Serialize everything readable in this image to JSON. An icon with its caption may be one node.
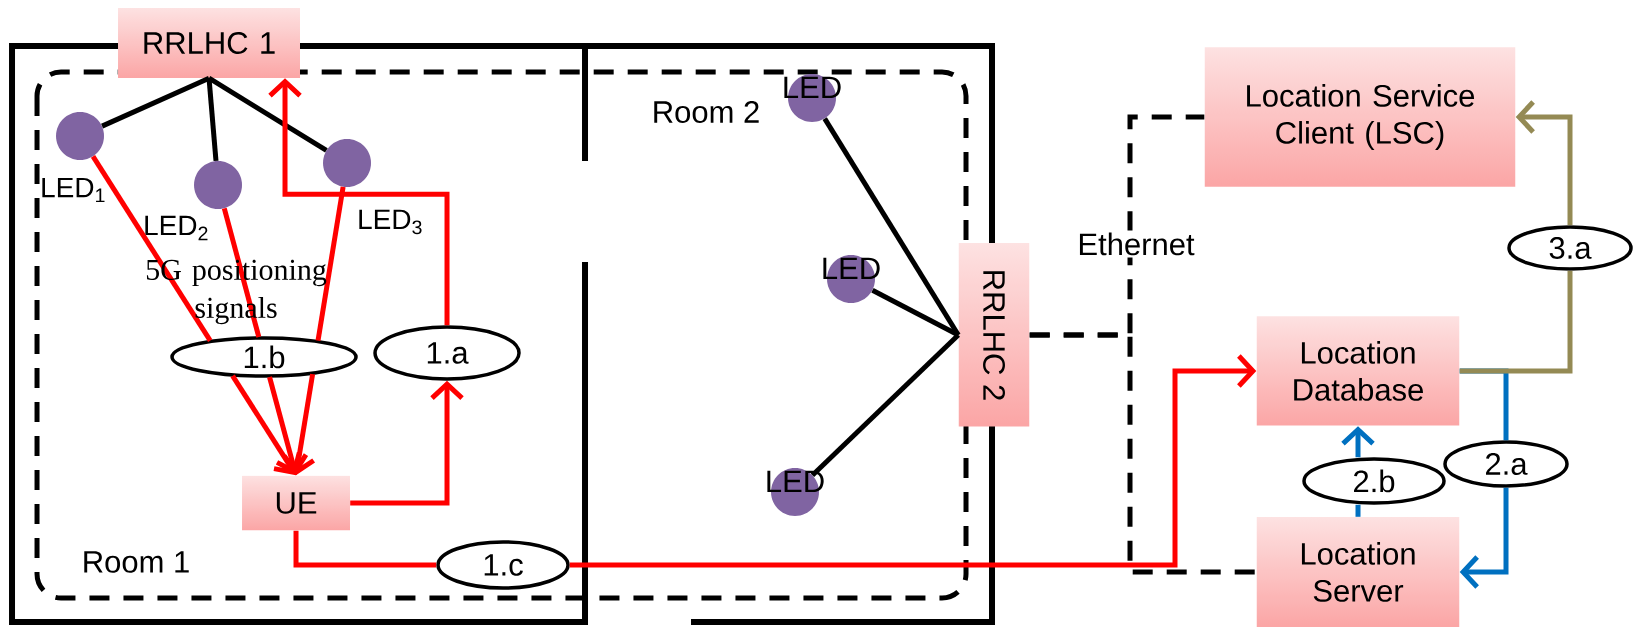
{
  "diagram": {
    "nodes": [
      {
        "text": [
          "RRLHC 1"
        ]
      },
      {
        "text": [],
        "shape": "circle",
        "beside": [
          "LED$_{1}$"
        ]
      },
      {
        "text": [],
        "shape": "circle",
        "beside": [
          "LED$_{2}$"
        ]
      },
      {
        "text": [],
        "shape": "circle",
        "beside": [
          "LED$_{3}$"
        ]
      },
      {
        "text": [
          "UE"
        ]
      },
      {
        "text": [
          "1.b"
        ]
      },
      {
        "text": [
          "1.a"
        ]
      },
      {
        "text": [
          "1.c"
        ]
      },
      {
        "text": [
          "LED"
        ]
      },
      {
        "text": [
          "LED"
        ]
      },
      {
        "text": [
          "LED"
        ]
      },
      {
        "text": [
          "RRLHC 2"
        ]
      },
      {
        "text": [
          "Location Service Client (LSC)"
        ]
      },
      {
        "text": [
          "Location Database"
        ]
      },
      {
        "text": [
          "Location Server"
        ]
      },
      {
        "text": [
          "2.b"
        ]
      },
      {
        "text": [
          "2.a"
        ]
      },
      {
        "text": [
          "3.a"
        ]
      }
    ],
    "edges": [
      {
        "from": 0,
        "to": 1,
        "arrow": "none",
        "color": "#000000"
      },
      {
        "from": 0,
        "to": 2,
        "arrow": "none",
        "color": "#000000"
      },
      {
        "from": 0,
        "to": 3,
        "arrow": "none",
        "color": "#000000"
      },
      {
        "from": 1,
        "to": 5,
        "arrow": "none"
      },
      {
        "from": 2,
        "to": 5,
        "arrow": "none"
      },
      {
        "from": 3,
        "to": 5,
        "arrow": "none"
      },
      {
        "from": 5,
        "to": 4,
        "arrow": "to"
      },
      {
        "from": 5,
        "to": 4,
        "arrow": "to"
      },
      {
        "from": 5,
        "to": 4,
        "arrow": "to"
      },
      {
        "from": 4,
        "to": 6,
        "arrow": "to"
      },
      {
        "from": 6,
        "to": 0,
        "arrow": "to"
      },
      {
        "from": 4,
        "to": 7,
        "arrow": "none"
      },
      {
        "from": 7,
        "to": 13,
        "arrow": "to"
      },
      {
        "from": 11,
        "to": 8,
        "arrow": "none",
        "color": "#000000"
      },
      {
        "from": 11,
        "to": 9,
        "arrow": "none",
        "color": "#000000"
      },
      {
        "from": 11,
        "to": 10,
        "arrow": "none",
        "color": "#000000"
      },
      {
        "from": 11,
        "to": 12,
        "arrow": "none",
        "style": "dashed",
        "color": "#000000"
      },
      {
        "from": 11,
        "to": 14,
        "arrow": "none",
        "style": "dashed",
        "color": "#000000"
      },
      {
        "from": 14,
        "to": 15,
        "arrow": "none",
        "color": "#0070c0"
      },
      {
        "from": 15,
        "to": 13,
        "arrow": "to",
        "color": "#0070c0"
      },
      {
        "from": 13,
        "to": 16,
        "arrow": "none",
        "color": "#0070c0"
      },
      {
        "from": 16,
        "to": 14,
        "arrow": "to",
        "color": "#0070c0"
      },
      {
        "from": 13,
        "to": 17,
        "arrow": "none",
        "color": "#948a54"
      },
      {
        "from": 17,
        "to": 12,
        "arrow": "to",
        "color": "#948a54"
      }
    ],
    "labels": [
      "Room 2",
      "Ethernet",
      "5G positioning signals",
      "Room 1"
    ]
  }
}
